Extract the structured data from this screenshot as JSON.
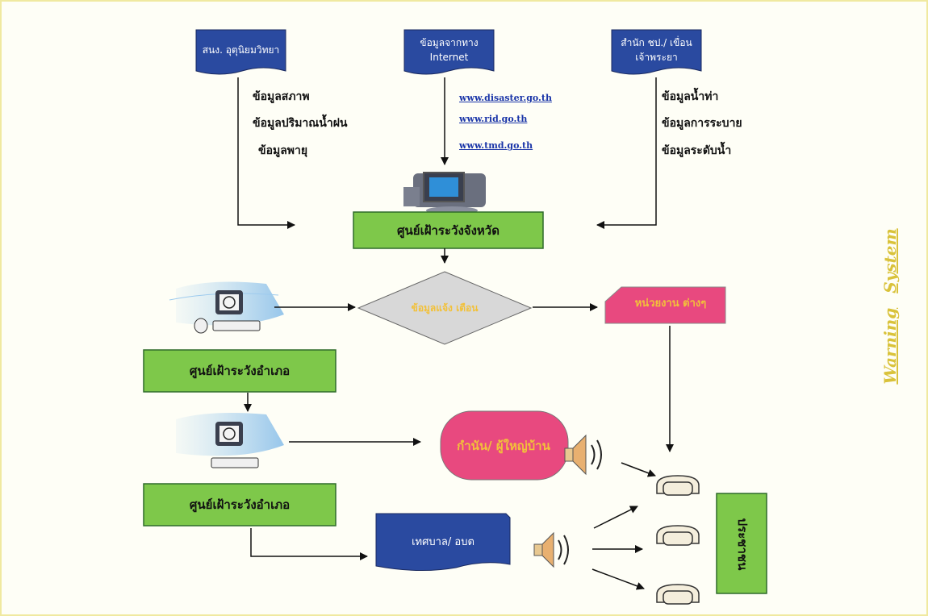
{
  "sources": {
    "met_label": "สนง. อุตุนิยมวิทยา",
    "internet_label": "ข้อมูลจากทาง Internet",
    "dam_label": "สำนัก ชป./ เขื่อนเจ้าพระยา"
  },
  "met_data": [
    "ข้อมูลสภาพ",
    "ข้อมูลปริมาณน้ำฝน",
    "ข้อมูลพายุ"
  ],
  "links": [
    "www.disaster.go.th",
    "www.rid.go.th",
    "www.tmd.go.th"
  ],
  "dam_data": [
    "ข้อมูลน้ำท่า",
    "ข้อมูลการระบาย",
    "ข้อมูลระดับน้ำ"
  ],
  "centers": {
    "province": "ศูนย์เฝ้าระวังจังหวัด",
    "district_1": "ศูนย์เฝ้าระวังอำเภอ",
    "district_2": "ศูนย์เฝ้าระวังอำเภอ"
  },
  "warning_info": "ข้อมูลแจ้ง เตือน",
  "agencies": "หน่วยงาน ต่างๆ",
  "kamnan": "กำนัน/ ผู้ใหญ่บ้าน",
  "municipality": "เทศบาล/ อบต",
  "citizens": "ประชาชน",
  "side_title": [
    "Warning",
    "System"
  ],
  "colors": {
    "navy": "#2a4aa0",
    "green": "#7ec84a",
    "pink": "#e8497f",
    "gray": "#d8d8d8",
    "yellow_text": "#f2c13a"
  }
}
